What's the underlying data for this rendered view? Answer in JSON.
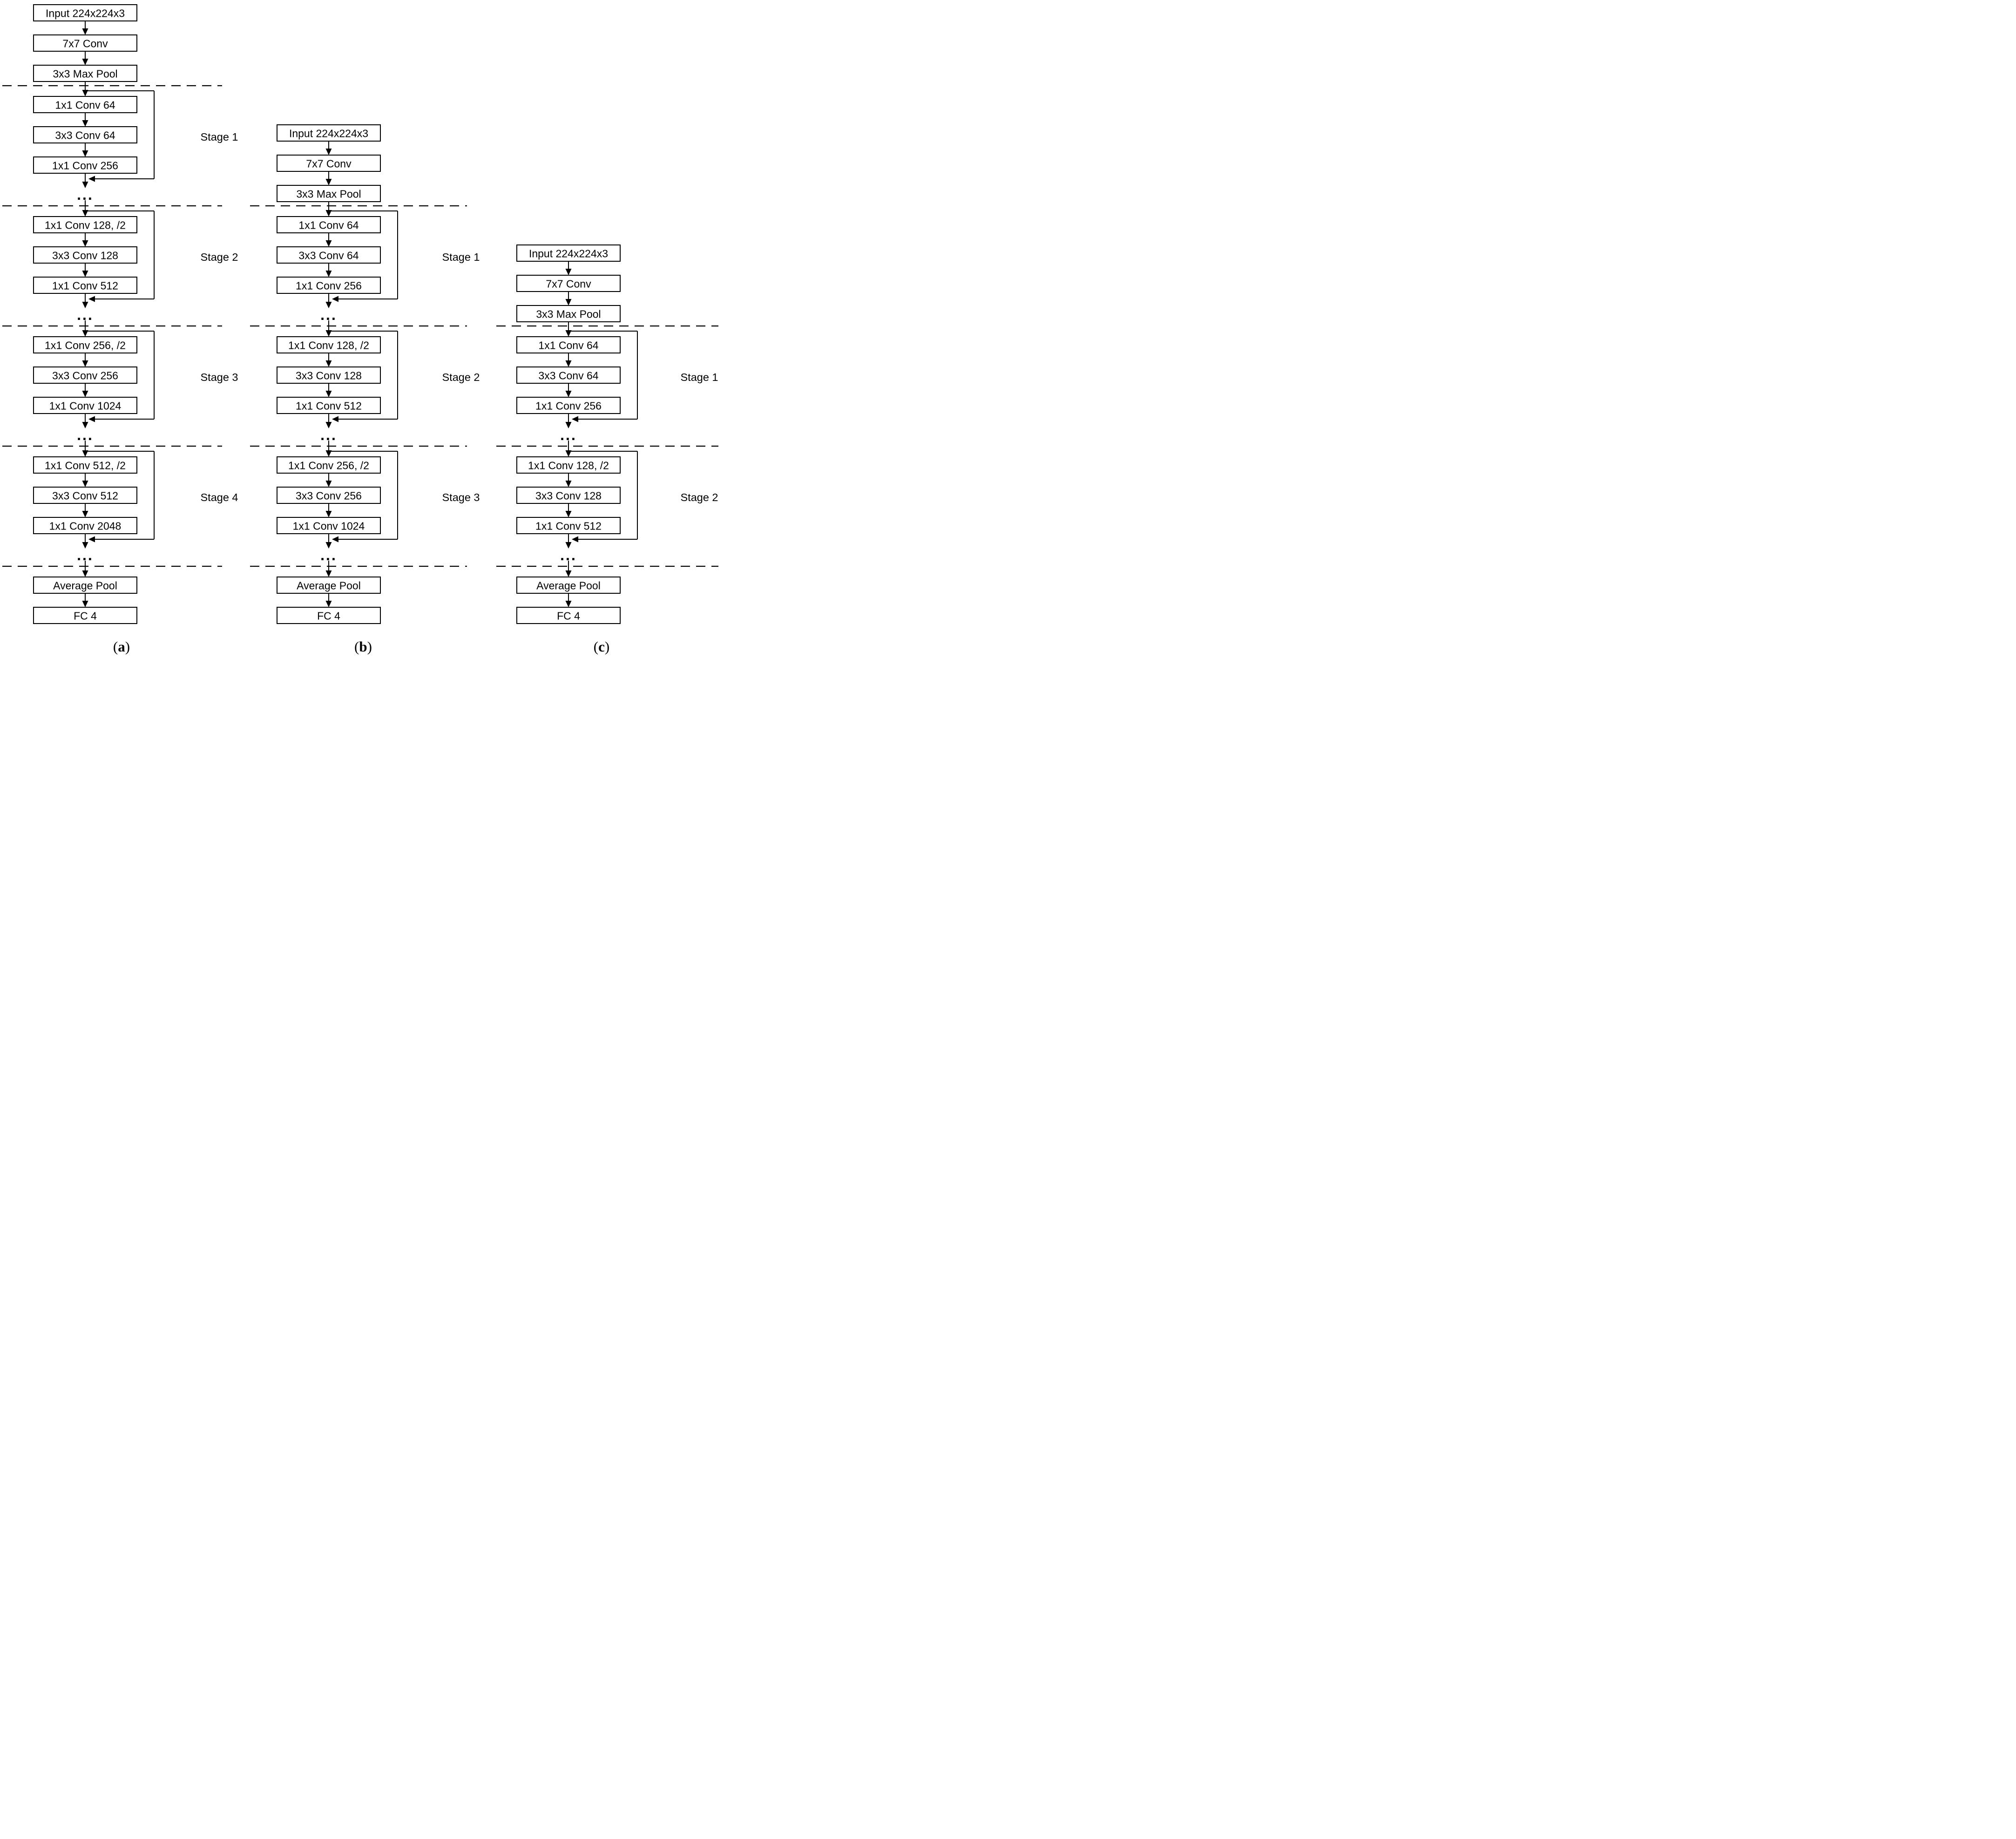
{
  "figure": {
    "description": "Three CNN architecture flow diagrams with residual bottleneck stages",
    "colors": {
      "stroke": "#000000",
      "background": "#ffffff",
      "text": "#000000"
    },
    "ellipsis": "...",
    "columns": [
      {
        "caption": {
          "open": "(",
          "letter": "a",
          "close": ")"
        },
        "stem": [
          "Input 224x224x3",
          "7x7 Conv",
          "3x3 Max Pool"
        ],
        "stages": [
          {
            "label": "Stage 1",
            "blocks": [
              "1x1 Conv 64",
              "3x3 Conv 64",
              "1x1 Conv 256"
            ]
          },
          {
            "label": "Stage 2",
            "blocks": [
              "1x1 Conv 128, /2",
              "3x3 Conv 128",
              "1x1 Conv 512"
            ]
          },
          {
            "label": "Stage 3",
            "blocks": [
              "1x1 Conv 256, /2",
              "3x3 Conv 256",
              "1x1 Conv 1024"
            ]
          },
          {
            "label": "Stage 4",
            "blocks": [
              "1x1 Conv 512, /2",
              "3x3 Conv 512",
              "1x1 Conv 2048"
            ]
          }
        ],
        "tail": [
          "Average Pool",
          "FC 4"
        ]
      },
      {
        "caption": {
          "open": "(",
          "letter": "b",
          "close": ")"
        },
        "stem": [
          "Input 224x224x3",
          "7x7 Conv",
          "3x3 Max Pool"
        ],
        "stages": [
          {
            "label": "Stage 1",
            "blocks": [
              "1x1 Conv 64",
              "3x3 Conv 64",
              "1x1 Conv 256"
            ]
          },
          {
            "label": "Stage 2",
            "blocks": [
              "1x1 Conv 128, /2",
              "3x3 Conv 128",
              "1x1 Conv 512"
            ]
          },
          {
            "label": "Stage 3",
            "blocks": [
              "1x1 Conv 256, /2",
              "3x3 Conv 256",
              "1x1 Conv 1024"
            ]
          }
        ],
        "tail": [
          "Average Pool",
          "FC 4"
        ]
      },
      {
        "caption": {
          "open": "(",
          "letter": "c",
          "close": ")"
        },
        "stem": [
          "Input 224x224x3",
          "7x7 Conv",
          "3x3 Max Pool"
        ],
        "stages": [
          {
            "label": "Stage 1",
            "blocks": [
              "1x1 Conv 64",
              "3x3 Conv 64",
              "1x1 Conv 256"
            ]
          },
          {
            "label": "Stage 2",
            "blocks": [
              "1x1 Conv 128, /2",
              "3x3 Conv 128",
              "1x1 Conv 512"
            ]
          }
        ],
        "tail": [
          "Average Pool",
          "FC 4"
        ]
      }
    ]
  }
}
